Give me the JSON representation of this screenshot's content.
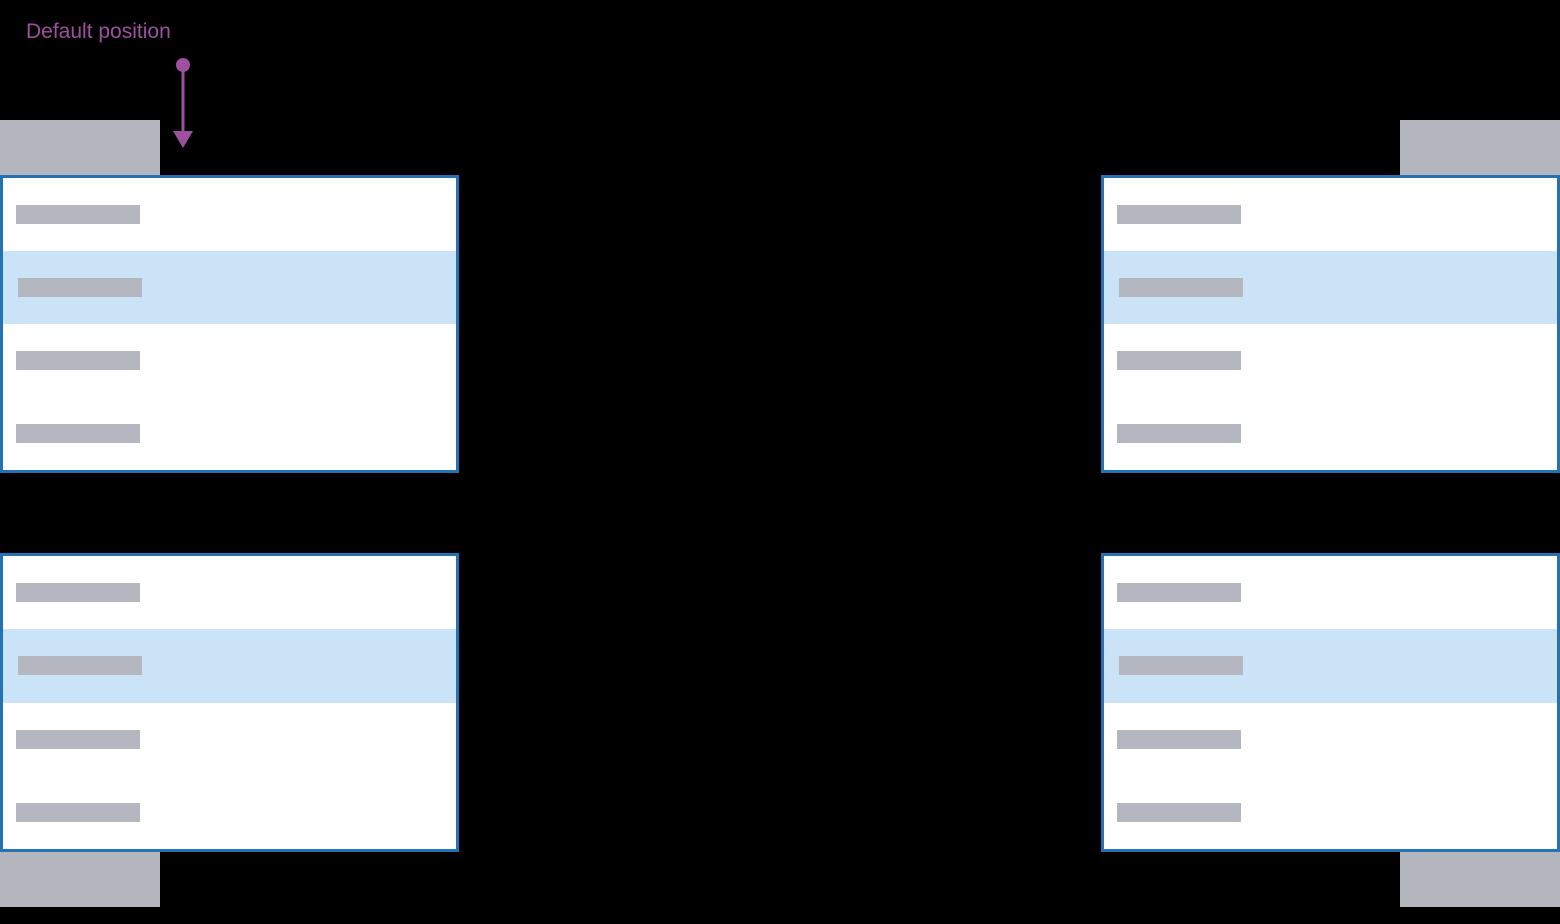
{
  "annotation": {
    "label": "Default position",
    "arrow_icon": "arrow-down",
    "color": "#9e4fa0"
  },
  "colors": {
    "background": "#000000",
    "panel_bg": "#ffffff",
    "panel_border": "#2272b4",
    "highlight": "#cbe3f7",
    "placeholder": "#b4b7bf",
    "trigger": "#b3b6bd",
    "annotation": "#9e4fa0"
  },
  "menus": [
    {
      "id": "top-left",
      "trigger_position": "top-left",
      "items": [
        {
          "selected": false
        },
        {
          "selected": true
        },
        {
          "selected": false
        },
        {
          "selected": false
        }
      ]
    },
    {
      "id": "top-right",
      "trigger_position": "top-right",
      "items": [
        {
          "selected": false
        },
        {
          "selected": true
        },
        {
          "selected": false
        },
        {
          "selected": false
        }
      ]
    },
    {
      "id": "bottom-left",
      "trigger_position": "bottom-left",
      "items": [
        {
          "selected": false
        },
        {
          "selected": true
        },
        {
          "selected": false
        },
        {
          "selected": false
        }
      ]
    },
    {
      "id": "bottom-right",
      "trigger_position": "bottom-right",
      "items": [
        {
          "selected": false
        },
        {
          "selected": true
        },
        {
          "selected": false
        },
        {
          "selected": false
        }
      ]
    }
  ]
}
